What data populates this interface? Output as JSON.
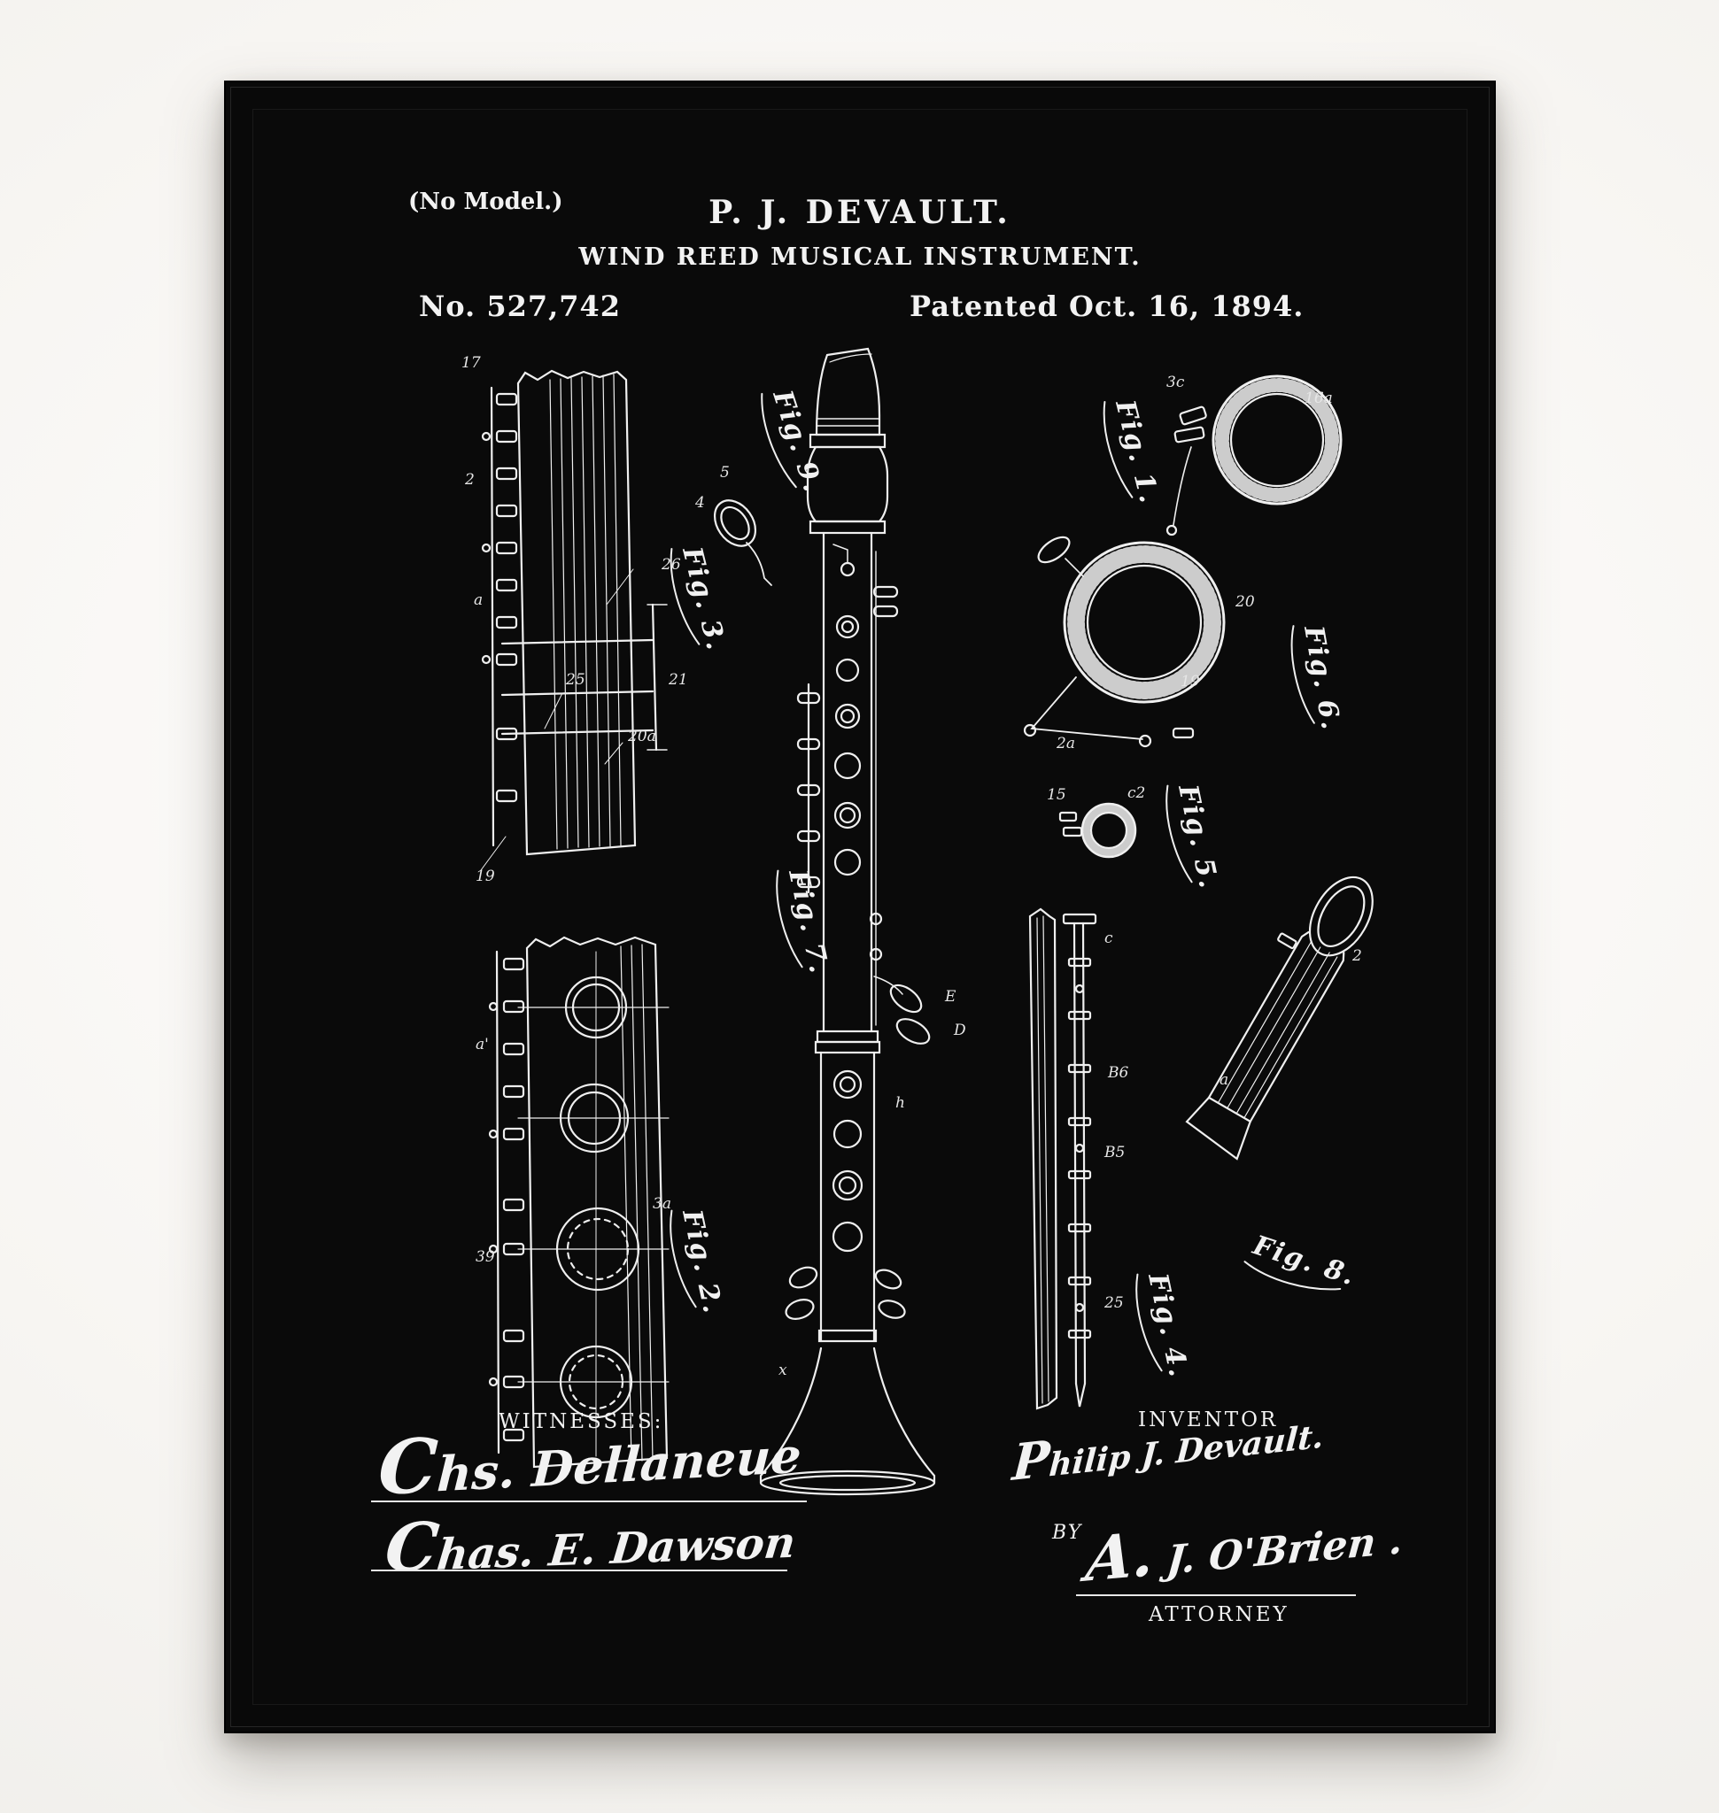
{
  "poster": {
    "no_model": "(No Model.)",
    "heading": {
      "inventor": "P. J. DEVAULT.",
      "title": "WIND REED MUSICAL INSTRUMENT.",
      "number": "No. 527,742",
      "date": "Patented Oct. 16, 1894."
    },
    "signatures": {
      "witnesses_label": "WITNESSES:",
      "witness_1": "Chs. Dellaneue",
      "witness_2": "Chas. E. Dawson",
      "inventor_label": "INVENTOR",
      "inventor_signature": "Philip J. Devault.",
      "by_label": "BY",
      "attorney_signature": "A. J. O'Brien .",
      "attorney_label": "ATTORNEY"
    },
    "figures": {
      "fig1": "Fig. 1.",
      "fig2": "Fig. 2.",
      "fig3": "Fig. 3.",
      "fig4": "Fig. 4.",
      "fig5": "Fig. 5.",
      "fig6": "Fig. 6.",
      "fig7": "Fig. 7.",
      "fig8": "Fig. 8.",
      "fig9": "Fig. 9."
    },
    "refs": [
      "17",
      "2",
      "26",
      "25",
      "21",
      "20a",
      "19",
      "a",
      "3c",
      "16a",
      "20",
      "19",
      "2a",
      "15",
      "c2",
      "3a",
      "39",
      "a'",
      "E",
      "D",
      "h",
      "x",
      "B6",
      "B5",
      "25",
      "c",
      "2",
      "a",
      "4",
      "5"
    ]
  }
}
